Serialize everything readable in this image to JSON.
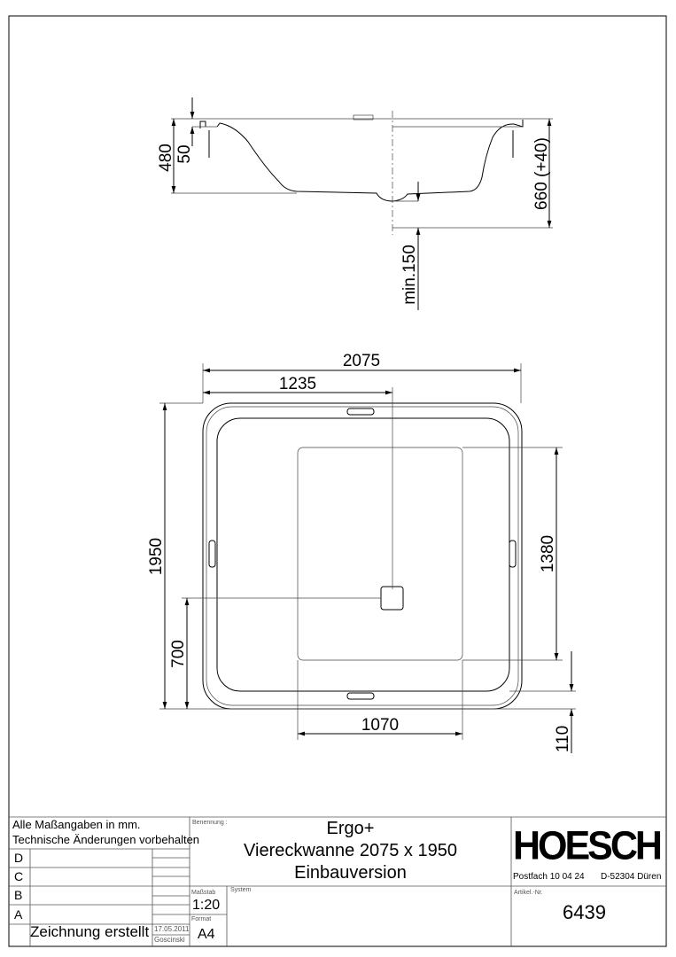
{
  "drawing": {
    "side_view": {
      "dim_480": "480",
      "dim_50": "50",
      "dim_660": "660 (+40)",
      "dim_min150": "min.150"
    },
    "plan_view": {
      "dim_2075": "2075",
      "dim_1235": "1235",
      "dim_1950": "1950",
      "dim_700": "700",
      "dim_1380": "1380",
      "dim_1070": "1070",
      "dim_110": "110"
    }
  },
  "title_block": {
    "notes": [
      "Alle Maßangaben in mm.",
      "Technische Änderungen vorbehalten"
    ],
    "revisions": [
      "D",
      "C",
      "B",
      "A"
    ],
    "created_label": "Zeichnung erstellt",
    "created_date": "17.05.2011",
    "created_by": "Goscinski",
    "benennung_label": "Benennung :",
    "title_lines": [
      "Ergo+",
      "Viereckwanne 2075 x 1950",
      "Einbauversion"
    ],
    "massstab_label": "Maßstab",
    "massstab": "1:20",
    "format_label": "Format",
    "format": "A4",
    "system_label": "System",
    "brand": "HOESCH",
    "address": "Postfach 10 04 24",
    "city": "D-52304 Düren",
    "artikel_label": "Artikel.-Nr.",
    "artikel": "6439"
  }
}
